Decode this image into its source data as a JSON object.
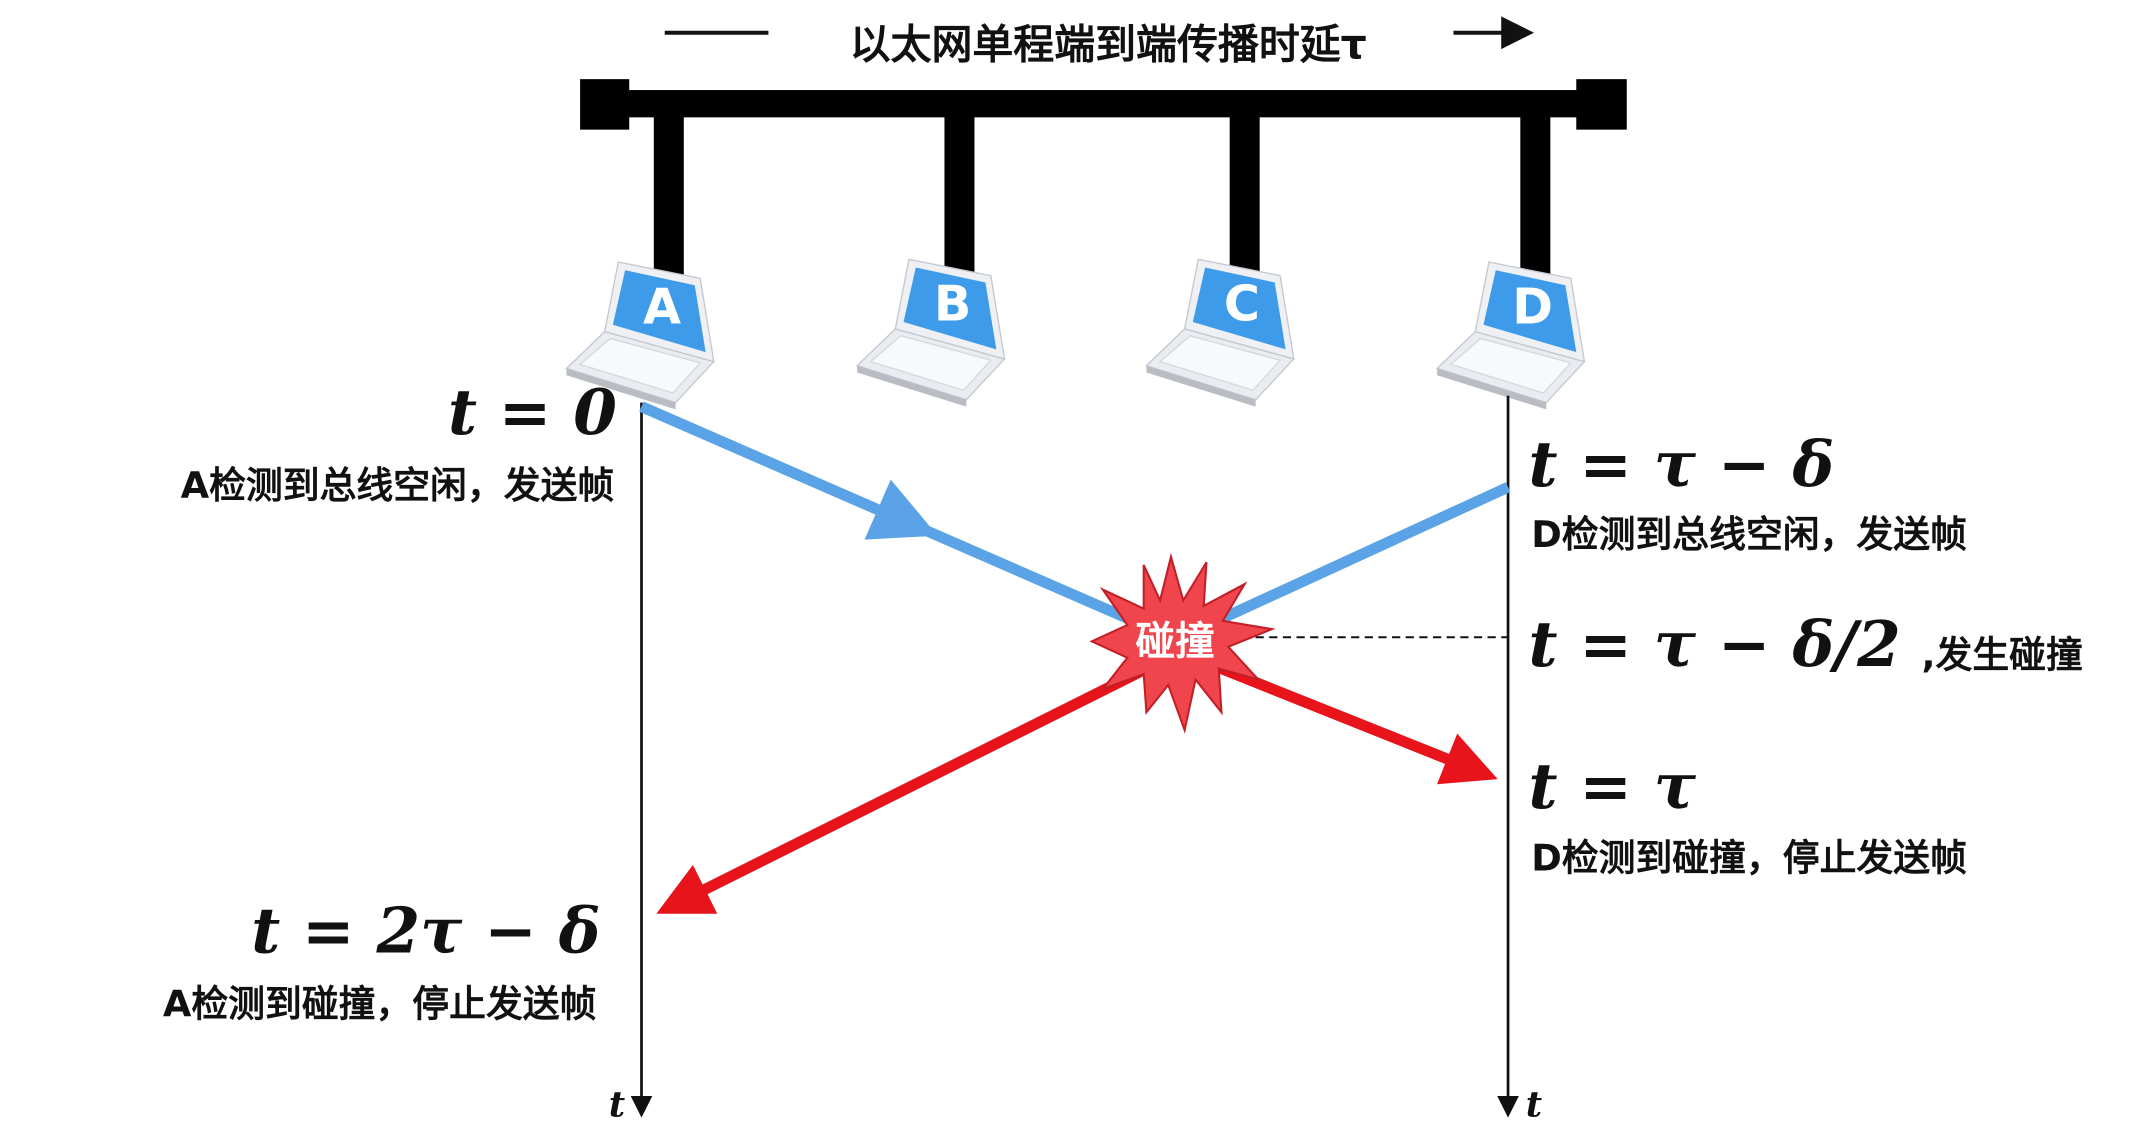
{
  "title": "以太网单程端到端传播时延τ",
  "stations": [
    "A",
    "B",
    "C",
    "D"
  ],
  "collision_label": "碰撞",
  "axis_label_left": "t",
  "axis_label_right": "t",
  "events": {
    "a_start_time": "t = 0",
    "a_start_desc": "A检测到总线空闲，发送帧",
    "d_start_time": "t = τ − δ",
    "d_start_desc": "D检测到总线空闲，发送帧",
    "collision_time": "t = τ − δ/2",
    "collision_desc": ",发生碰撞",
    "d_detect_time": "t = τ",
    "d_detect_desc": "D检测到碰撞，停止发送帧",
    "a_detect_time": "t = 2τ − δ",
    "a_detect_desc": "A检测到碰撞，停止发送帧"
  },
  "colors": {
    "signal": "#5aa3e6",
    "collision": "#e8141c",
    "screen": "#3d9be9"
  }
}
